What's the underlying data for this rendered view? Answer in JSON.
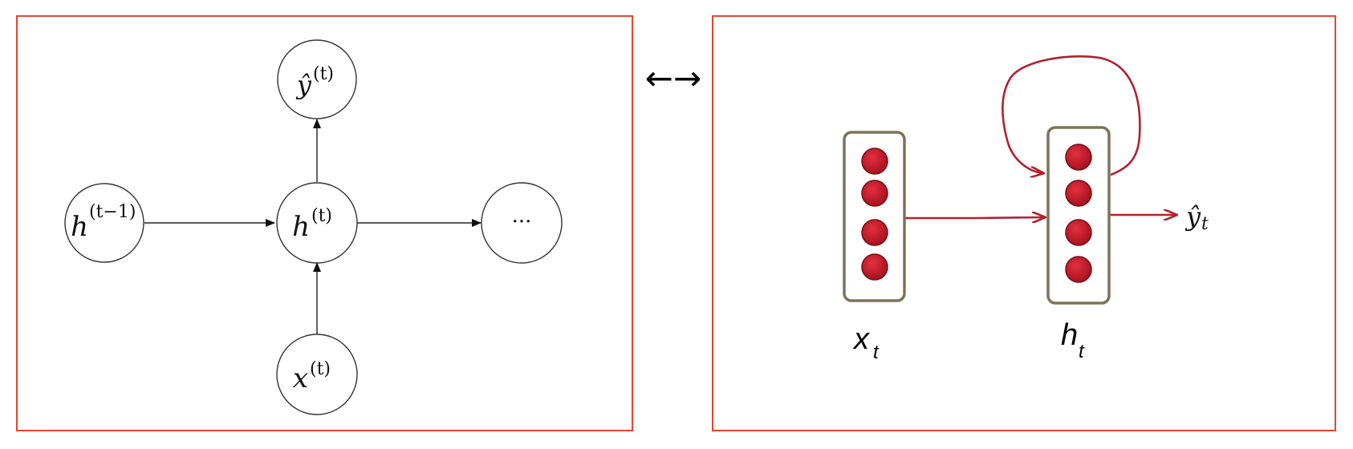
{
  "left_panel": {
    "nodes": {
      "y_hat": {
        "base": "ŷ",
        "sup": "(t)"
      },
      "h_prev": {
        "base": "h",
        "sup": "(t−1)"
      },
      "h": {
        "base": "h",
        "sup": "(t)"
      },
      "next": {
        "text": "···"
      },
      "x": {
        "base": "x",
        "sup": "(t)"
      }
    }
  },
  "connector": {
    "symbol": "←→"
  },
  "right_panel": {
    "input_label": {
      "base": "x",
      "sub": "t"
    },
    "hidden_label": {
      "base": "h",
      "sub": "t"
    },
    "output_label": {
      "base": "ŷ",
      "sub": "t"
    },
    "unit_color": "#c41a29",
    "box_color": "#7d7358",
    "arrow_color": "#b0222e"
  }
}
